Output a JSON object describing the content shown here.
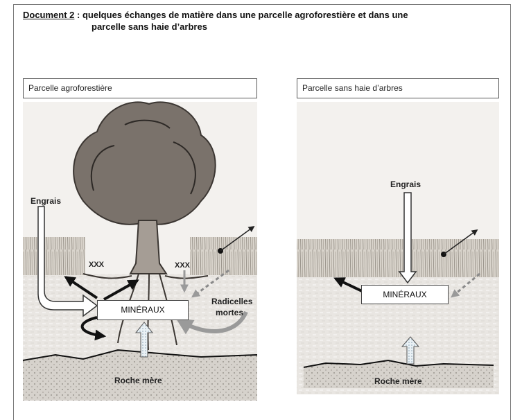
{
  "heading": {
    "ref": "Document 2",
    "text": " : quelques échanges de matière dans une parcelle agroforestière et dans une",
    "line2": "parcelle sans haie d’arbres"
  },
  "left": {
    "title": "Parcelle agroforestière",
    "engrais": "Engrais",
    "xxx1": "XXX",
    "xxx2": "XXX",
    "mineraux": "MINÉRAUX",
    "radicelles1": "Radicelles",
    "radicelles2": "mortes",
    "roche": "Roche mère"
  },
  "right": {
    "title": "Parcelle sans haie d’arbres",
    "engrais": "Engrais",
    "mineraux": "MINÉRAUX",
    "roche": "Roche mère"
  }
}
